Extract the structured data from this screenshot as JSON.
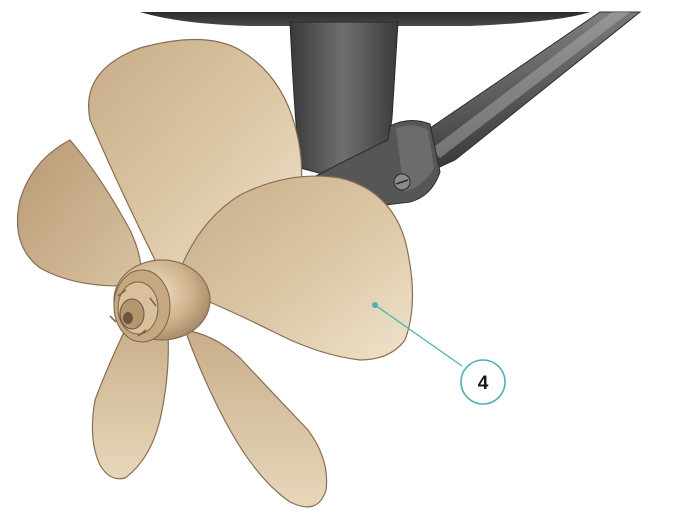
{
  "callouts": [
    {
      "number": "4",
      "color": "#4fb3b6"
    }
  ],
  "colors": {
    "blade_light": "#eee0c6",
    "blade_mid": "#d4bc97",
    "blade_dark": "#a88a66",
    "blade_outline": "#8a6d52",
    "shaft_light": "#8e8e8e",
    "shaft_dark": "#3e3e3e",
    "hull": "#3b3b3b",
    "callout": "#4fb3b6"
  },
  "icons": [
    "propeller-illustration",
    "shaft-bracket",
    "hull-bottom"
  ]
}
